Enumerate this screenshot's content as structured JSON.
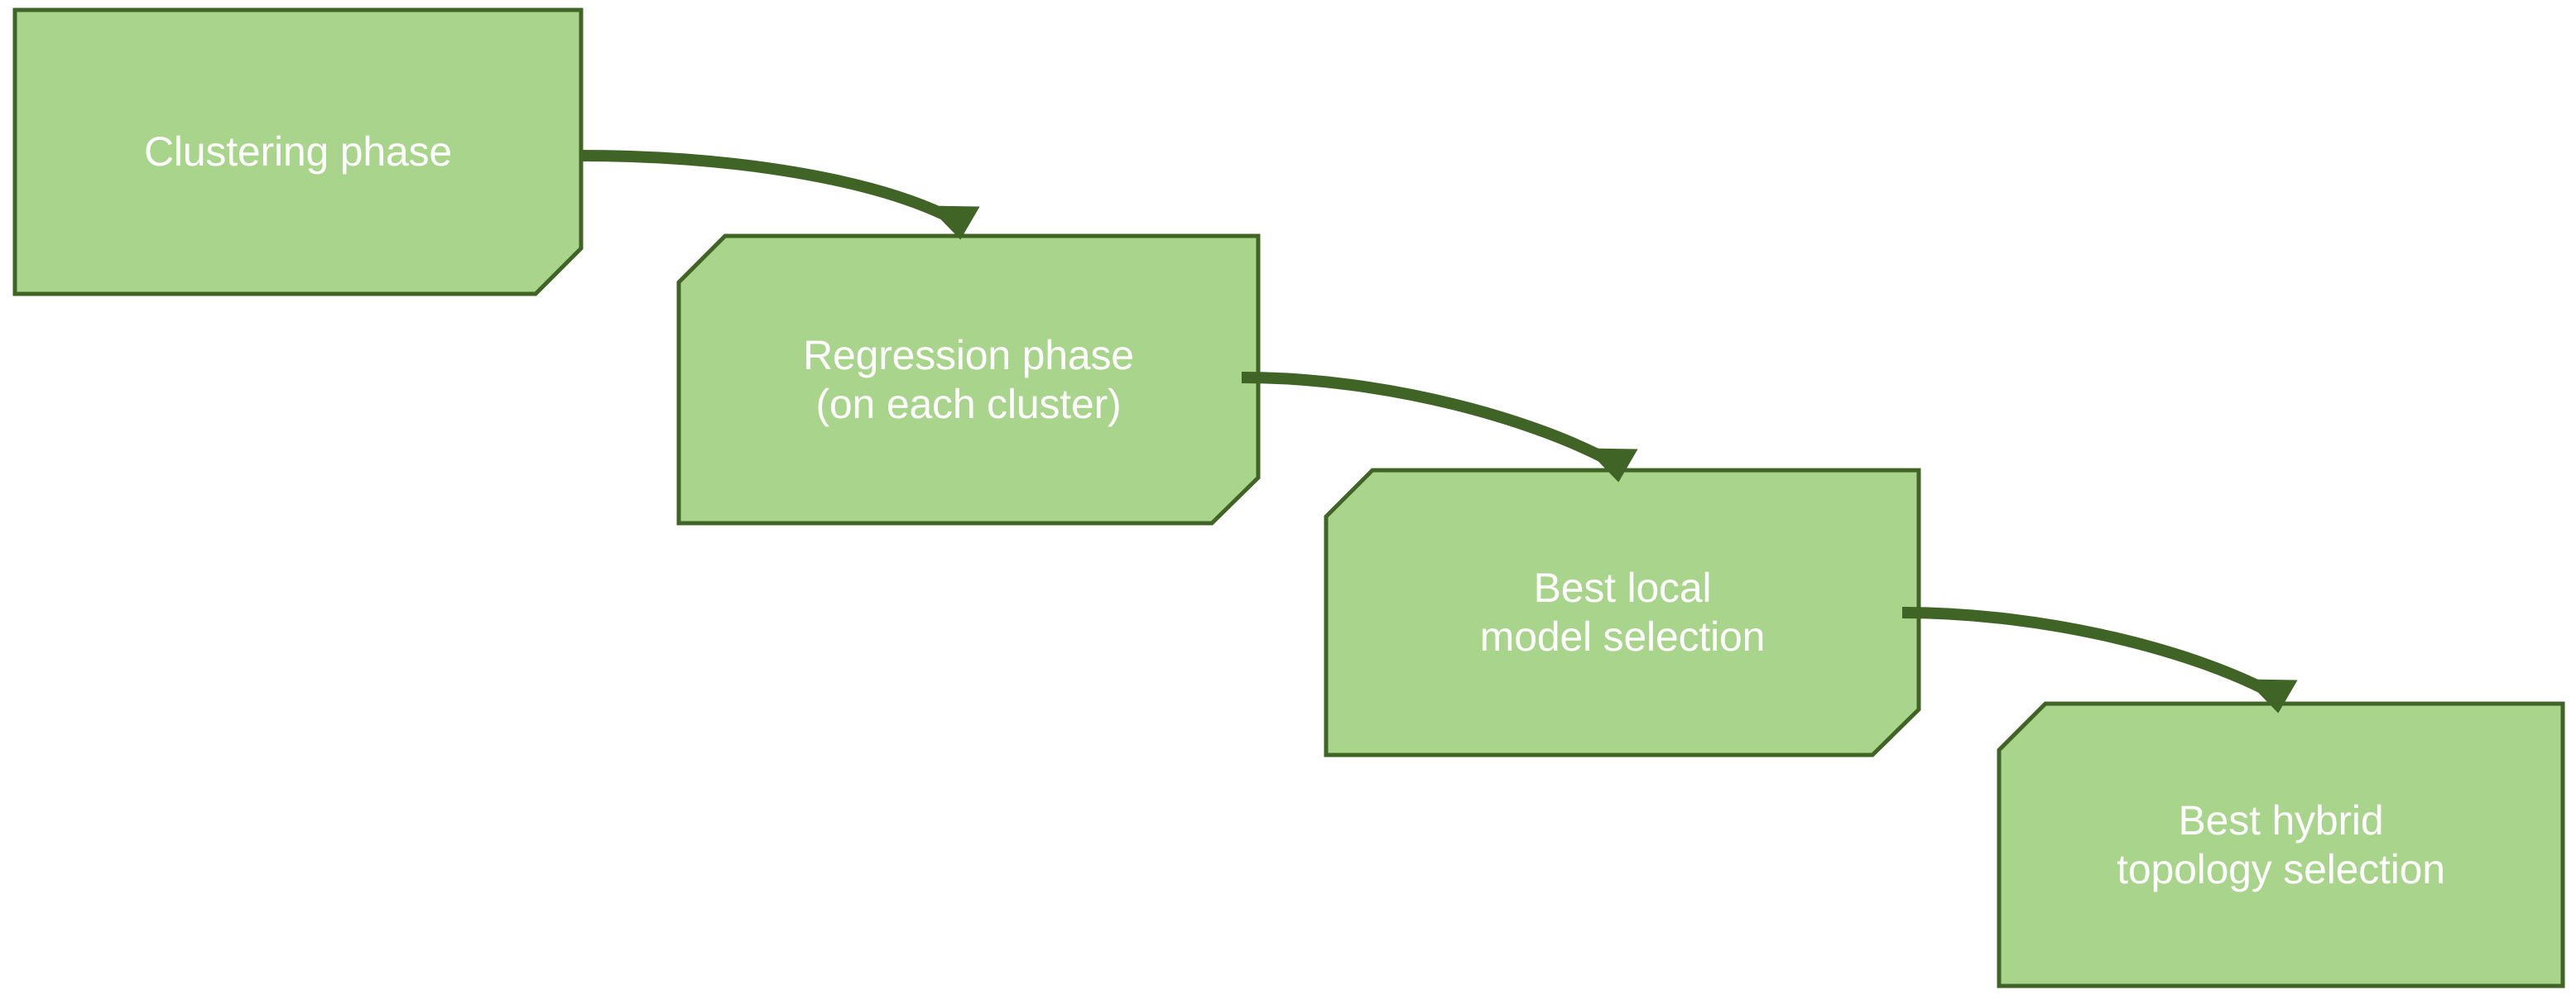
{
  "diagram": {
    "kind": "flowchart",
    "orientation": "left-to-right-cascading-down",
    "background_color": "#FFFFFF",
    "node_fill_color": "#A9D48B",
    "node_border_color": "#3F6425",
    "node_text_color": "#FFFFFF",
    "connector_color": "#3F6425",
    "stages": [
      {
        "id": "stage-1",
        "label": "Clustering phase",
        "shape": "rectangle-with-cut-corner",
        "cut_corners": [
          "bottom-right"
        ]
      },
      {
        "id": "stage-2",
        "label": "Regression phase\n(on each cluster)",
        "shape": "rectangle-with-cut-corner",
        "cut_corners": [
          "top-left",
          "bottom-right"
        ]
      },
      {
        "id": "stage-3",
        "label": "Best local\nmodel selection",
        "shape": "rectangle-with-cut-corner",
        "cut_corners": [
          "top-left",
          "bottom-right"
        ]
      },
      {
        "id": "stage-4",
        "label": "Best hybrid\ntopology selection",
        "shape": "rectangle-with-cut-corner",
        "cut_corners": [
          "top-left"
        ]
      }
    ],
    "connectors": [
      {
        "id": "connector-1",
        "from": "stage-1",
        "to": "stage-2",
        "style": "curved-arrow"
      },
      {
        "id": "connector-2",
        "from": "stage-2",
        "to": "stage-3",
        "style": "curved-arrow"
      },
      {
        "id": "connector-3",
        "from": "stage-3",
        "to": "stage-4",
        "style": "curved-arrow"
      }
    ]
  }
}
